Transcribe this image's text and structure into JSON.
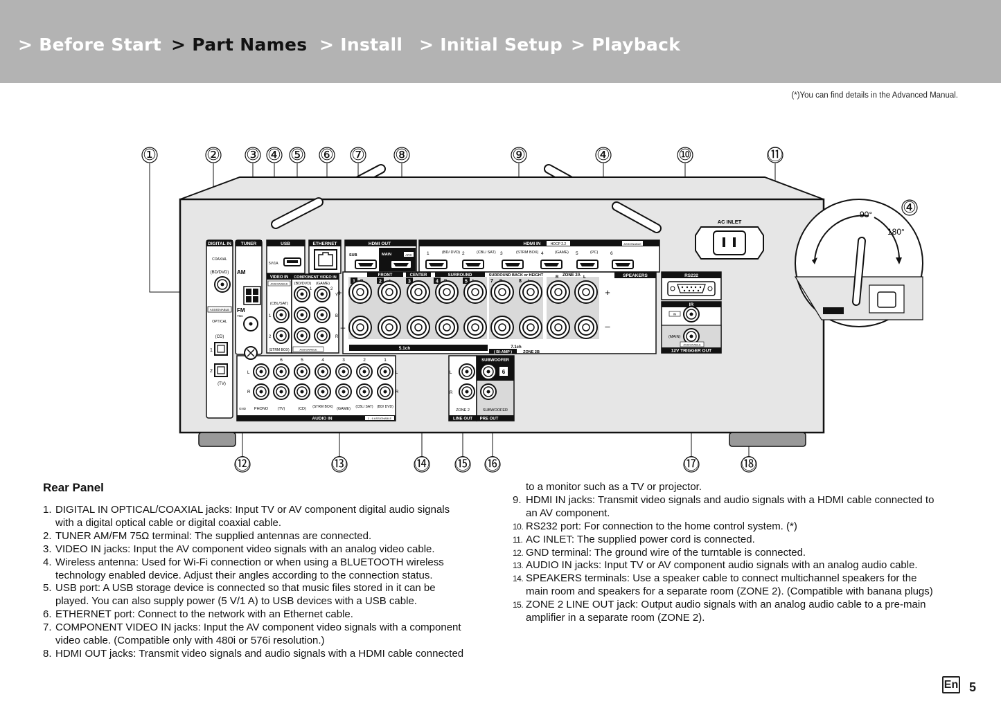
{
  "nav": {
    "items": [
      {
        "label": "> Before Start"
      },
      {
        "label": "> Part Names"
      },
      {
        "label": "> Install"
      },
      {
        "label": "> Initial Setup"
      },
      {
        "label": "> Playback"
      }
    ],
    "active_index": 1,
    "bar_color": "#b3b3b3"
  },
  "note": "(*)You can find details in the Advanced Manual.",
  "diagram": {
    "callouts": [
      "①",
      "②",
      "③",
      "④",
      "⑤",
      "⑥",
      "⑦",
      "⑧",
      "⑨",
      "④",
      "⑩",
      "⑪",
      "④",
      "⑫",
      "⑬",
      "⑭",
      "⑮",
      "⑯",
      "⑰",
      "⑱"
    ],
    "labels": {
      "digital_in": "DIGITAL IN",
      "coaxial": "COAXIAL",
      "bd_dvd": "(BD/DVD)",
      "assignable": "ASSIGNABLE",
      "optical": "OPTICAL",
      "cd": "(CD)",
      "tv": "(TV)",
      "opt1": "1",
      "opt2": "2",
      "tuner": "TUNER",
      "am": "AM",
      "fm": "FM",
      "fm_ohm": "75Ω",
      "usb": "USB",
      "usb_power": "5V/1A",
      "ethernet": "ETHERNET",
      "hdmi_out": "HDMI OUT",
      "sub": "SUB",
      "main": "MAIN",
      "arc": "ARC",
      "hdmi_in": "HDMI IN",
      "hdcp": "HDCP 2.2",
      "hdmi_in_assignable": "ASSIGNABLE",
      "hdmi_inputs": [
        "1",
        "(BD/ DVD)",
        "2",
        "(CBL/ SAT)",
        "3",
        "(STRM BOX)",
        "4",
        "(GAME)",
        "5",
        "(PC)",
        "6"
      ],
      "video_in": "VIDEO IN",
      "component_video_in": "COMPONENT VIDEO IN",
      "cbl_sat": "(CBL/SAT)",
      "strm_box": "(STRM BOX)",
      "game": "(GAME)",
      "ypbpr": [
        "Y",
        "B",
        "R"
      ],
      "speakers": "SPEAKERS",
      "front": "FRONT",
      "center": "CENTER",
      "surround": "SURROUND",
      "surround_back": "SURROUND BACK or HEIGHT",
      "zone2a": "ZONE 2A",
      "ch_5_1": "5.1ch",
      "ch_7_1": "7.1ch",
      "bi_amp": "( BI-AMP )",
      "zone2b": "ZONE 2B",
      "plus": "+",
      "minus": "–",
      "speaker_nums": [
        "1",
        "2",
        "3",
        "4",
        "5",
        "7",
        "8"
      ],
      "r": "R",
      "l": "L",
      "audio_in": "AUDIO IN",
      "audio_in_assignable": "1 - 6  ASSIGNABLE",
      "audio_in_nums": [
        "6",
        "5",
        "4",
        "3",
        "2",
        "1"
      ],
      "audio_in_names": [
        "PHONO",
        "(TV)",
        "(CD)",
        "(STRM BOX)",
        "(GAME)",
        "(CBL/ SAT)",
        "(BD/ DVD)"
      ],
      "gnd": "GND",
      "zone2": "ZONE 2",
      "line_out": "LINE OUT",
      "subwoofer": "SUBWOOFER",
      "sub_num": "6",
      "pre_out": "PRE OUT",
      "ac_inlet": "AC INLET",
      "rs232": "RS232",
      "ir": "IR",
      "ir_in": "IN",
      "trig_main": "(MAIN)",
      "trig_assignable": "ASSIGNABLE",
      "trigger_out": "12V TRIGGER OUT",
      "deg90": "90°",
      "deg180": "180°"
    }
  },
  "rear_panel": {
    "title": "Rear Panel",
    "items_left": [
      {
        "num": "1.",
        "lines": [
          "DIGITAL IN OPTICAL/COAXIAL jacks: Input TV or AV component digital audio signals",
          "with a digital optical cable or digital coaxial cable."
        ]
      },
      {
        "num": "2.",
        "lines": [
          "TUNER AM/FM 75Ω terminal: The supplied antennas are connected."
        ]
      },
      {
        "num": "3.",
        "lines": [
          "VIDEO IN jacks: Input the AV component video signals with an analog video cable."
        ]
      },
      {
        "num": "4.",
        "lines": [
          "Wireless antenna: Used for Wi-Fi connection or when using a BLUETOOTH wireless",
          "technology enabled device. Adjust their angles according to the connection status."
        ]
      },
      {
        "num": "5.",
        "lines": [
          "USB port: A USB storage device is connected so that music files stored in it can be",
          "played. You can also supply power (5 V/1 A) to USB devices with a USB cable."
        ]
      },
      {
        "num": "6.",
        "lines": [
          "ETHERNET port: Connect to the network with an Ethernet cable."
        ]
      },
      {
        "num": "7.",
        "lines": [
          "COMPONENT VIDEO IN jacks: Input the AV component video signals with a component",
          "video cable. (Compatible only with 480i or 576i resolution.)"
        ]
      },
      {
        "num": "8.",
        "lines": [
          "HDMI OUT jacks: Transmit video signals and audio signals with a HDMI cable connected"
        ]
      }
    ],
    "continuation": "to a monitor such as a TV or projector.",
    "items_right": [
      {
        "num": "9.",
        "lines": [
          "HDMI IN jacks: Transmit video signals and audio signals with a HDMI cable connected to",
          "an AV component."
        ]
      },
      {
        "num": "10.",
        "lines": [
          "RS232 port: For connection to the home control system. (*)"
        ]
      },
      {
        "num": "11.",
        "lines": [
          "AC INLET: The supplied power cord is connected."
        ]
      },
      {
        "num": "12.",
        "lines": [
          "GND terminal: The ground wire of the turntable is connected."
        ]
      },
      {
        "num": "13.",
        "lines": [
          "AUDIO IN jacks: Input TV or AV component audio signals with an analog audio cable."
        ]
      },
      {
        "num": "14.",
        "lines": [
          "SPEAKERS terminals: Use a speaker cable to connect multichannel speakers for the",
          "main room and speakers for a separate room (ZONE 2). (Compatible with banana plugs)"
        ]
      },
      {
        "num": "15.",
        "lines": [
          "ZONE 2 LINE OUT jack: Output audio signals with an analog audio cable to a pre-main",
          "amplifier in a separate room (ZONE 2)."
        ]
      }
    ]
  },
  "footer": {
    "lang": "En",
    "page": "5"
  }
}
